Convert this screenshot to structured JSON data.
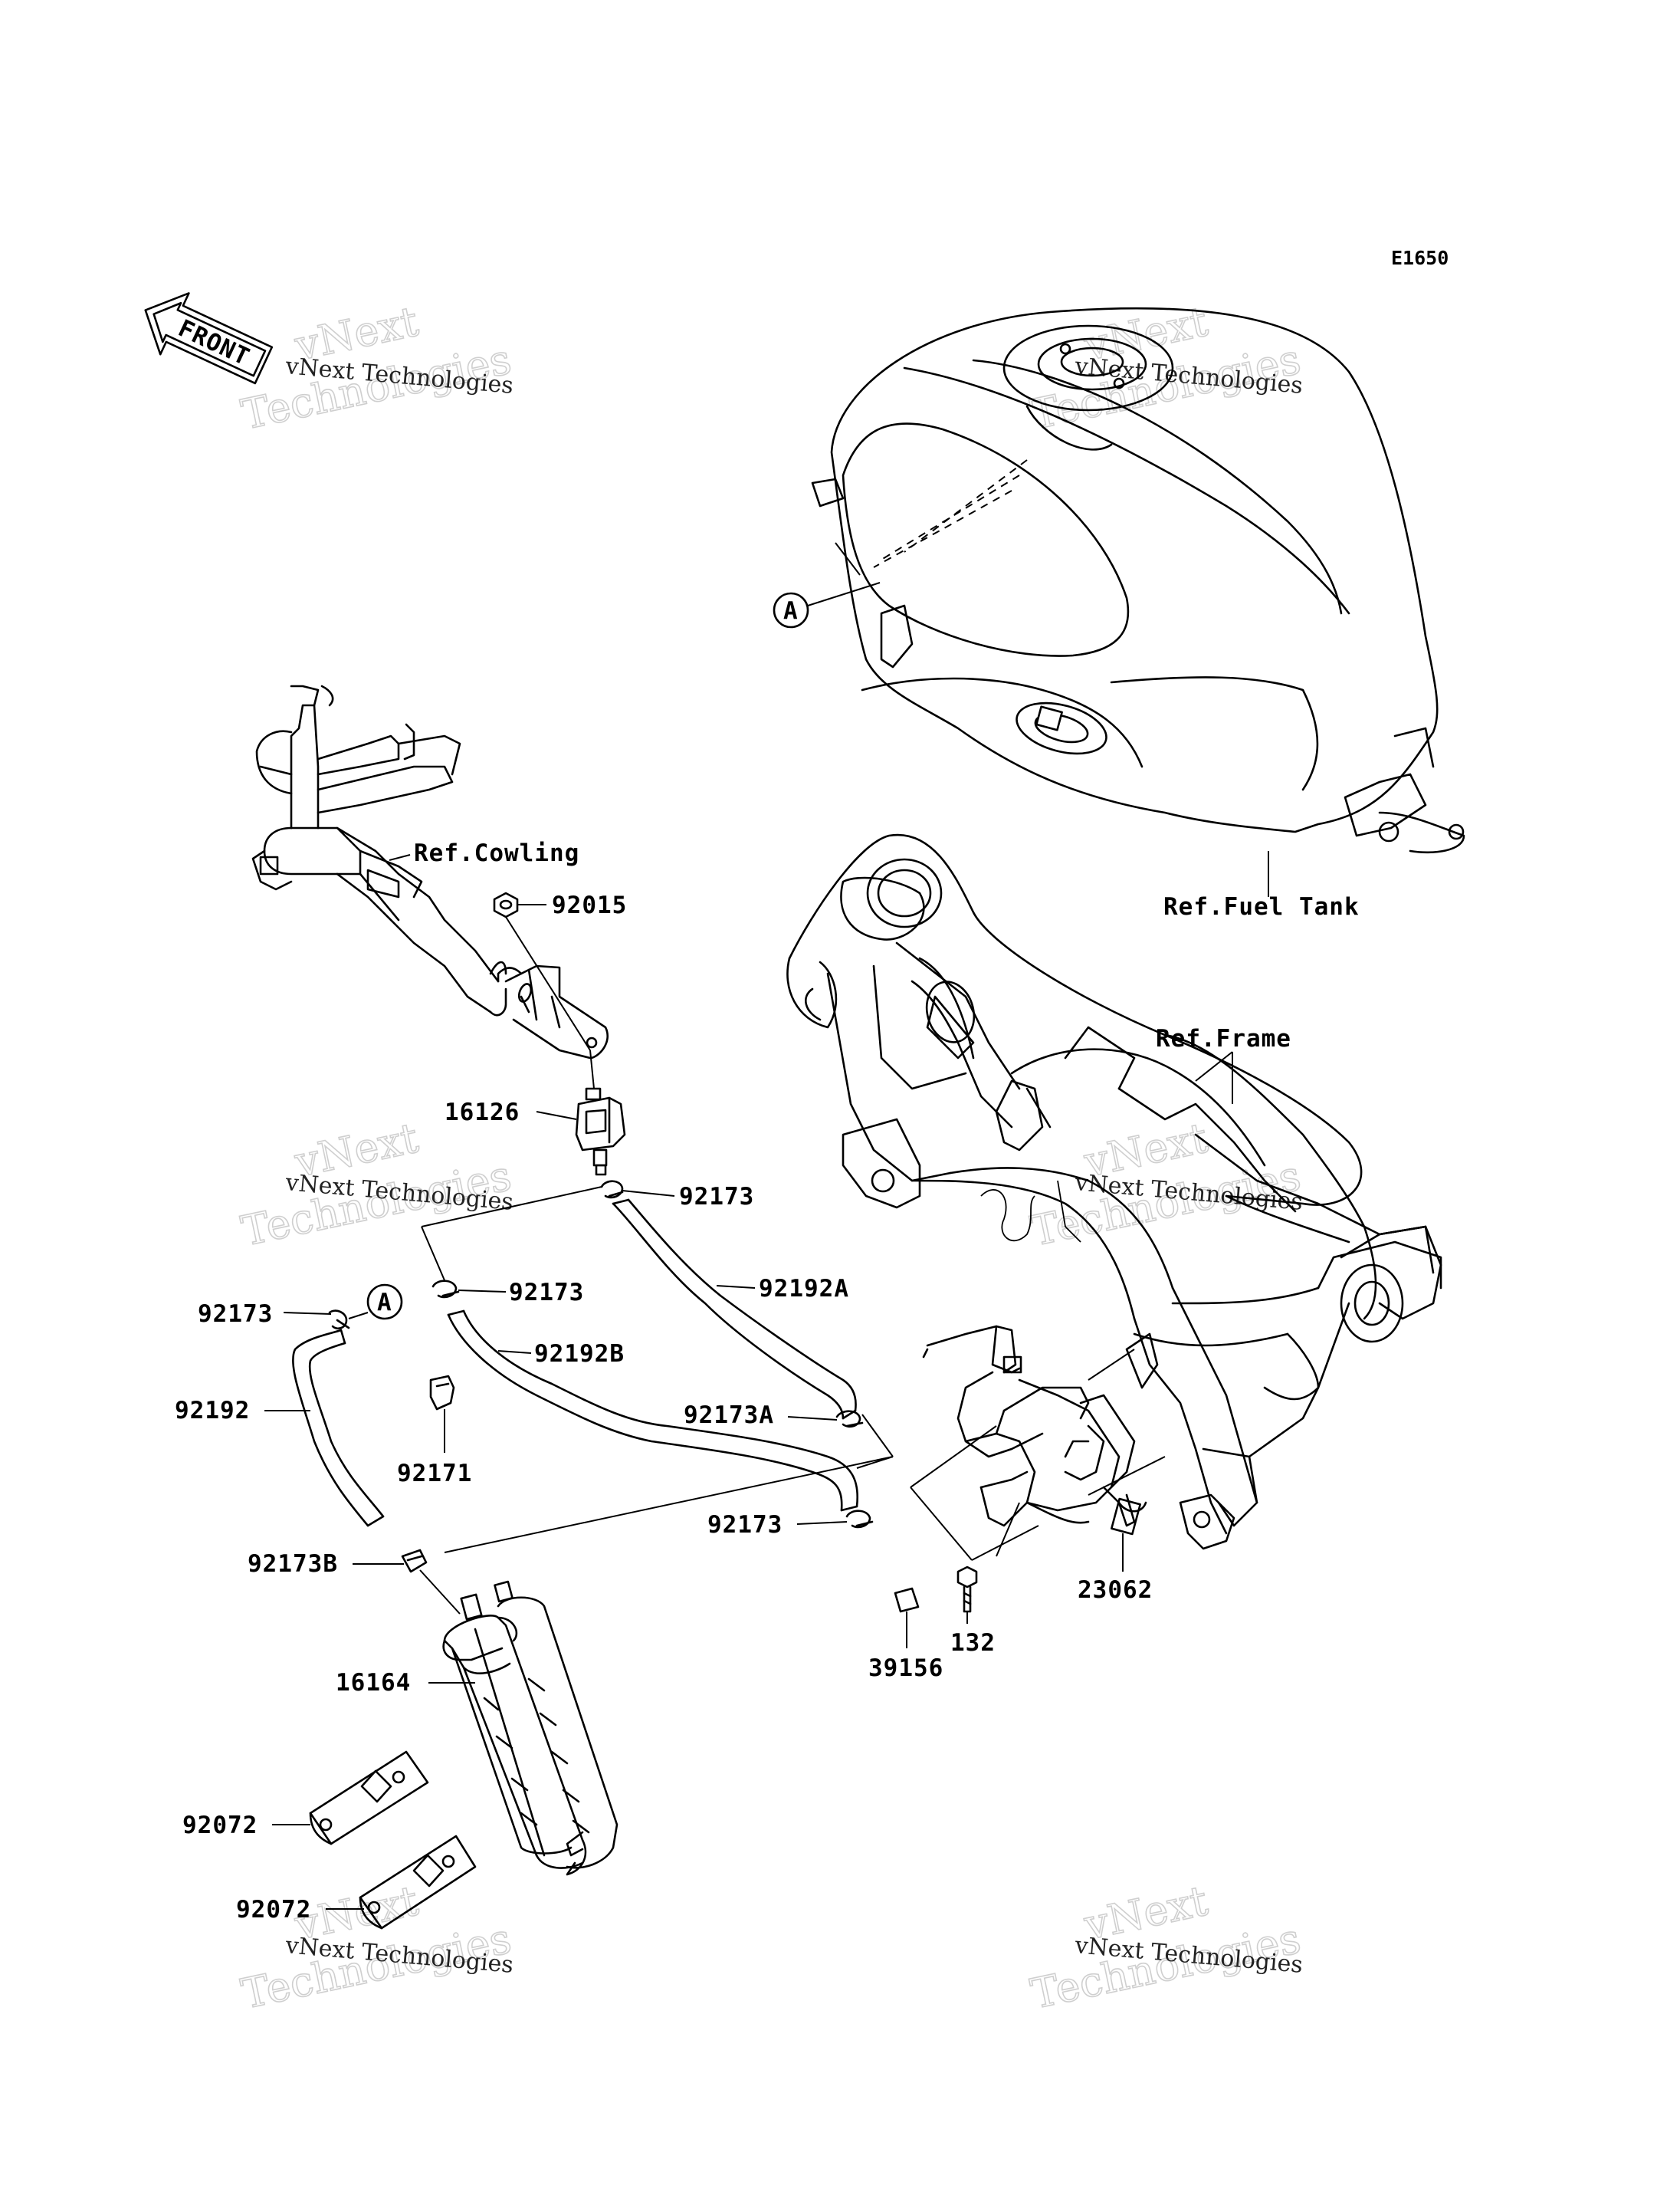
{
  "diagram_code": "E1650",
  "front_arrow": {
    "label": "FRONT"
  },
  "references": {
    "cowling": "Ref.Cowling",
    "fuel_tank": "Ref.Fuel Tank",
    "frame": "Ref.Frame"
  },
  "callout_marker": "A",
  "parts": [
    {
      "id": "p92015",
      "number": "92015"
    },
    {
      "id": "p16126",
      "number": "16126"
    },
    {
      "id": "p92173_a",
      "number": "92173"
    },
    {
      "id": "p92173_b",
      "number": "92173"
    },
    {
      "id": "p92173_c",
      "number": "92173"
    },
    {
      "id": "p92173_d",
      "number": "92173"
    },
    {
      "id": "p92192A",
      "number": "92192A"
    },
    {
      "id": "p92192B",
      "number": "92192B"
    },
    {
      "id": "p92192",
      "number": "92192"
    },
    {
      "id": "p92173A",
      "number": "92173A"
    },
    {
      "id": "p92171",
      "number": "92171"
    },
    {
      "id": "p92173B",
      "number": "92173B"
    },
    {
      "id": "p16164",
      "number": "16164"
    },
    {
      "id": "p23062",
      "number": "23062"
    },
    {
      "id": "p39156",
      "number": "39156"
    },
    {
      "id": "p132",
      "number": "132"
    },
    {
      "id": "p92072_a",
      "number": "92072"
    },
    {
      "id": "p92072_b",
      "number": "92072"
    }
  ],
  "watermark": {
    "line1": "vNext",
    "line2": "Technologies",
    "small": "vNext Technologies"
  }
}
